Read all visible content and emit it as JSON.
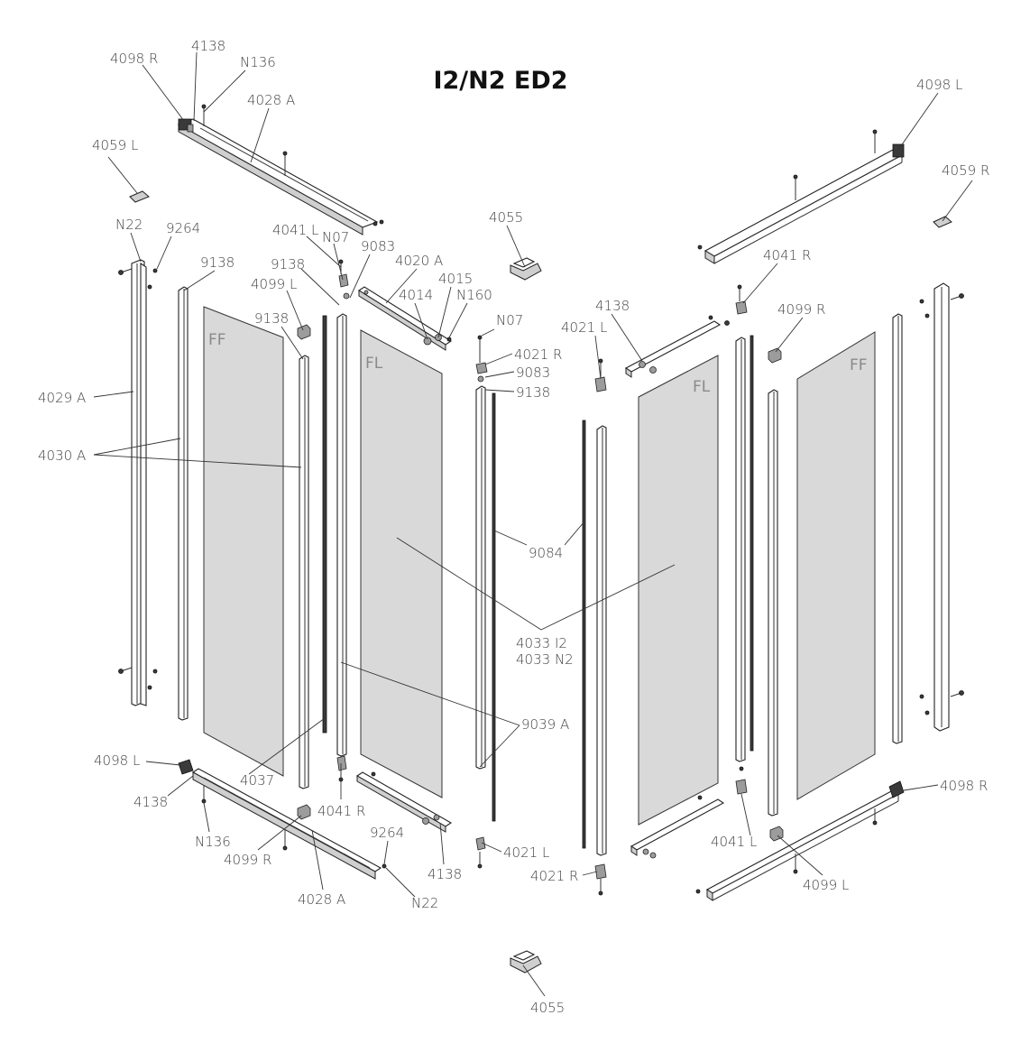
{
  "title": "I2/N2 ED2",
  "glass_labels": {
    "left_fixed": "FF",
    "left_door": "FL",
    "right_door": "FL",
    "right_fixed": "FF"
  },
  "parts": {
    "p4098R_top": "4098 R",
    "p4138_top": "4138",
    "pN136_top": "N136",
    "p4028A_top": "4028 A",
    "p4059L": "4059 L",
    "p4098L_top": "4098 L",
    "p4059R": "4059 R",
    "pN22_top": "N22",
    "p9264_top": "9264",
    "p9138_a": "9138",
    "p4041L_top": "4041 L",
    "pN07_a": "N07",
    "p9083_a": "9083",
    "p4055_top": "4055",
    "p9138_b": "9138",
    "p4099L_top": "4099 L",
    "p4020A": "4020 A",
    "p4015": "4015",
    "p4014": "4014",
    "pN160": "N160",
    "p9138_c": "9138",
    "p4041R_top": "4041 R",
    "p4138_right": "4138",
    "p4099R_top": "4099 R",
    "p4021L_top": "4021 L",
    "pN07_b": "N07",
    "p4021R_top": "4021 R",
    "p9083_b": "9083",
    "p9138_d": "9138",
    "p4029A": "4029 A",
    "p4030A": "4030 A",
    "p9084": "9084",
    "p4033I2": "4033 I2",
    "p4033N2": "4033 N2",
    "p9039A": "9039 A",
    "p4098L_bot": "4098 L",
    "p4037": "4037",
    "p4138_bot": "4138",
    "p4041R_bot": "4041 R",
    "p4098R_bot": "4098 R",
    "pN136_bot": "N136",
    "p4099R_bot": "4099 R",
    "p9264_bot": "9264",
    "p4021L_bot": "4021 L",
    "p4041L_bot": "4041 L",
    "p4138_bot2": "4138",
    "p4021R_bot": "4021 R",
    "p4028A_bot": "4028 A",
    "pN22_bot": "N22",
    "p4099L_bot": "4099 L",
    "p4055_bot": "4055"
  }
}
